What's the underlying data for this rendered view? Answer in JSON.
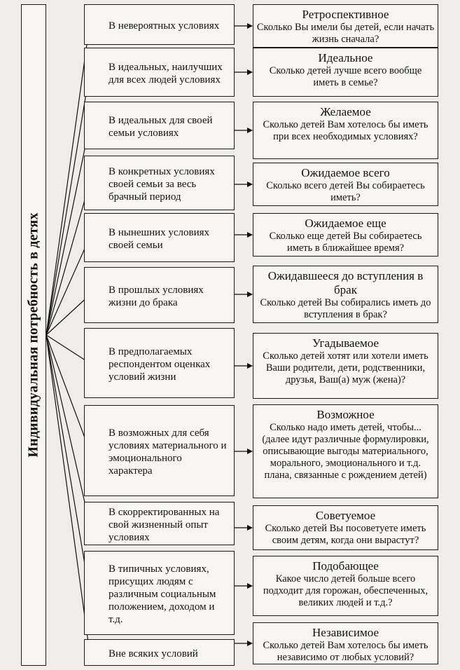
{
  "diagram": {
    "root_label": "Индивидуальная потребность в детях",
    "items": [
      {
        "condition": "В невероятных условиях",
        "title": "Ретроспективное",
        "question": "Сколько Вы имели бы детей, если начать жизнь сначала?"
      },
      {
        "condition": "В идеальных, наилучших для всех людей условиях",
        "title": "Идеальное",
        "question": "Сколько детей лучше всего вообще иметь в семье?"
      },
      {
        "condition": "В идеальных для своей семьи условиях",
        "title": "Желаемое",
        "question": "Сколько детей Вам хотелось бы иметь при всех необходимых условиях?"
      },
      {
        "condition": "В конкретных условиях своей семьи за весь брачный период",
        "title": "Ожидаемое всего",
        "question": "Сколько всего детей Вы собираетесь иметь?"
      },
      {
        "condition": "В нынешних условиях своей семьи",
        "title": "Ожидаемое еще",
        "question": "Сколько еще детей Вы собираетесь иметь в ближайшее время?"
      },
      {
        "condition": "В прошлых условиях жизни до брака",
        "title": "Ожидавшееся до вступления в брак",
        "question": "Сколько детей Вы собирались иметь до вступления в брак?"
      },
      {
        "condition": "В предполагаемых респондентом оценках условий жизни",
        "title": "Угадываемое",
        "question": "Сколько детей хотят или хотели иметь Ваши родители, дети, родственники, друзья, Ваш(а) муж (жена)?"
      },
      {
        "condition": "В возможных для себя условиях материального и эмоционального характера",
        "title": "Возможное",
        "question": "Сколько надо иметь детей, чтобы... (далее идут различные формулировки, описывающие выгоды материального, морального, эмоционального и т.д. плана, связанные с рождением детей)"
      },
      {
        "condition": "В скорректированных на свой жизненный опыт условиях",
        "title": "Советуемое",
        "question": "Сколько детей Вы посоветуете иметь своим детям, когда они вырастут?"
      },
      {
        "condition": "В типичных условиях, присущих людям с различным социальным положением, доходом и т.д.",
        "title": "Подобающее",
        "question": "Какое число детей больше всего подходит для горожан, обеспеченных, великих людей и т.д.?"
      },
      {
        "condition": "Вне всяких условий",
        "title": "Независимое",
        "question": "Сколько детей Вам хотелось бы иметь независимо от любых условий?"
      }
    ]
  }
}
